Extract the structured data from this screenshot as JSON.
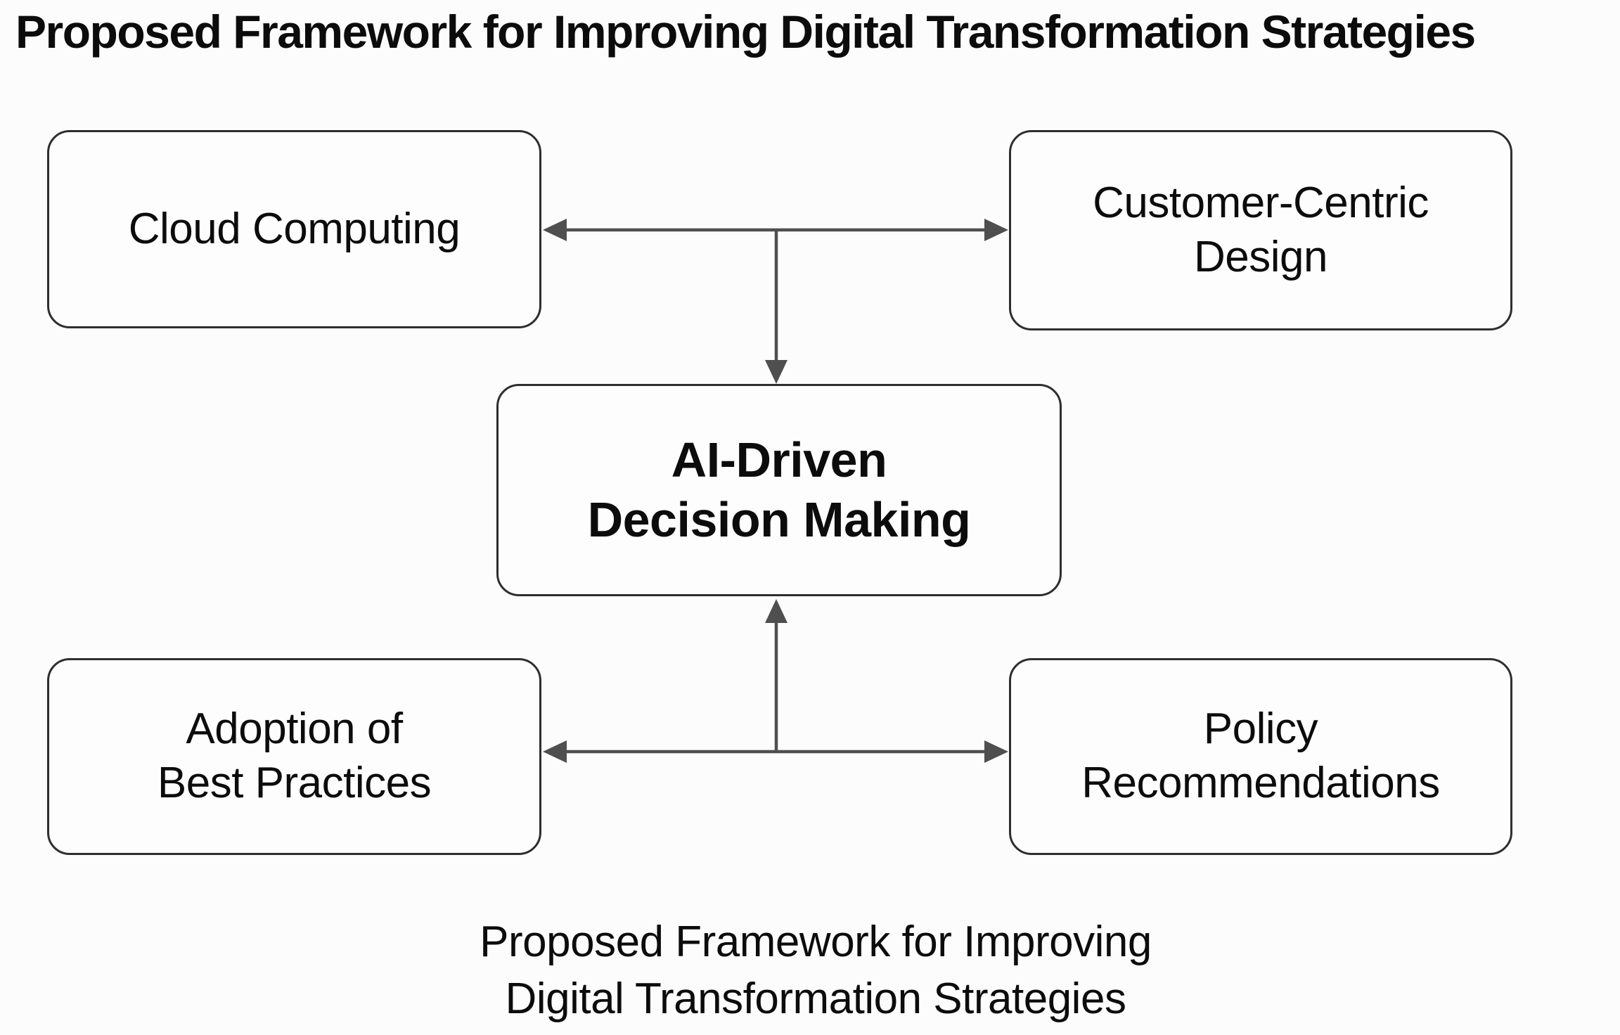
{
  "figure": {
    "title": "Proposed Framework for Improving Digital Transformation Strategies",
    "caption": {
      "line1": "Proposed Framework for Improving",
      "line2": "Digital Transformation Strategies"
    }
  },
  "nodes": [
    {
      "id": "cloud-computing",
      "lines": [
        "Cloud Computing",
        ""
      ],
      "emphasis": "normal"
    },
    {
      "id": "customer-centric-design",
      "lines": [
        "Customer-Centric",
        "Design"
      ],
      "emphasis": "normal"
    },
    {
      "id": "ai-driven-decision-making",
      "lines": [
        "AI-Driven",
        "Decision Making"
      ],
      "emphasis": "bold"
    },
    {
      "id": "adoption-of-best-practices",
      "lines": [
        "Adoption of",
        "Best Practices"
      ],
      "emphasis": "normal"
    },
    {
      "id": "policy-recommendations",
      "lines": [
        "Policy",
        "Recommendations"
      ],
      "emphasis": "normal"
    }
  ],
  "edges": [
    {
      "from": "top-junction",
      "to": "cloud-computing",
      "arrow": "into-target"
    },
    {
      "from": "top-junction",
      "to": "customer-centric-design",
      "arrow": "into-target"
    },
    {
      "from": "top-junction",
      "to": "ai-driven-decision-making",
      "arrow": "into-target"
    },
    {
      "from": "bottom-junction",
      "to": "adoption-of-best-practices",
      "arrow": "into-target"
    },
    {
      "from": "bottom-junction",
      "to": "policy-recommendations",
      "arrow": "into-target"
    },
    {
      "from": "bottom-junction",
      "to": "ai-driven-decision-making",
      "arrow": "into-target"
    }
  ],
  "colors": {
    "background": "#fcfcfc",
    "box_fill": "#fdfdfd",
    "box_border": "#2e2e2e",
    "connector": "#4f4f4f",
    "text": "#0c0c0c"
  }
}
